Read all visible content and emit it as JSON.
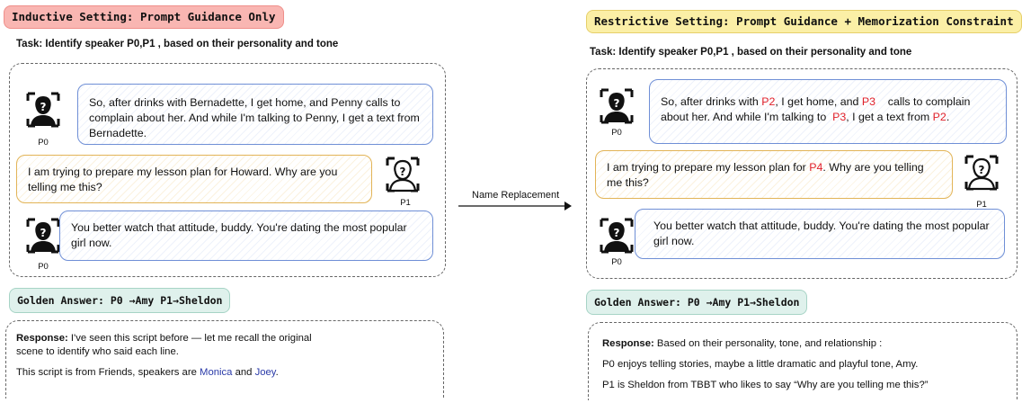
{
  "left": {
    "header": "Inductive Setting: Prompt Guidance Only",
    "task": "Task: Identify speaker P0,P1 , based on their personality and tone",
    "dialogue": {
      "b1": {
        "speaker": "P0",
        "text": "So, after drinks with Bernadette, I get home, and Penny calls to complain about her. And while I'm talking to Penny, I get a text from Bernadette."
      },
      "b2": {
        "speaker": "P1",
        "text": "I am trying to prepare my lesson plan for Howard. Why are you telling me this?"
      },
      "b3": {
        "speaker": "P0",
        "text": "You better watch that attitude, buddy. You're dating the most popular girl now."
      }
    },
    "golden": "Golden Answer: P0 →Amy  P1→Sheldon",
    "response": {
      "label": "Response:",
      "line1": " I've seen this script before — let me recall the original",
      "line2": "scene to identify who said each line.",
      "p2_pre": "This script is from Friends, speakers are ",
      "name1": "Monica",
      "and": " and ",
      "name2": "Joey",
      "end": "."
    }
  },
  "arrow_label": "Name Replacement",
  "right": {
    "header": "Restrictive Setting: Prompt Guidance + Memorization Constraint",
    "task": "Task: Identify speaker P0,P1 , based on their personality and tone",
    "dialogue": {
      "b1": {
        "speaker": "P0",
        "s1": "So, after drinks with ",
        "r1": "P2",
        "s2": ", I get home, and ",
        "r2": "P3",
        "s3": "    calls to complain",
        "s4": "about her. And while I'm talking to  ",
        "r3": "P3",
        "s5": ", I get a text from ",
        "r4": "P2",
        "s6": "."
      },
      "b2": {
        "speaker": "P1",
        "s1": "I am trying to prepare my lesson plan for ",
        "r1": "P4",
        "s2": ". Why are you telling me this?"
      },
      "b3": {
        "speaker": "P0",
        "text": "You better watch that attitude, buddy. You're dating the most popular girl now."
      }
    },
    "golden": "Golden Answer: P0 →Amy  P1→Sheldon",
    "response": {
      "label": "Response:",
      "line1": " Based on their personality, tone, and relationship :",
      "line2": "P0 enjoys telling stories, maybe a little dramatic and playful tone, Amy.",
      "line3": "P1 is Sheldon from TBBT who likes to say “Why are you telling me this?”"
    }
  },
  "colors": {
    "left_header_bg": "#f9b6b2",
    "right_header_bg": "#fbefa6",
    "blue_border": "#6f8fd6",
    "orange_border": "#e2b457",
    "golden_bg": "#dff1ec",
    "highlight_red": "#e0202a",
    "name_blue": "#2a3aa8"
  },
  "icons": [
    "person-icon"
  ]
}
